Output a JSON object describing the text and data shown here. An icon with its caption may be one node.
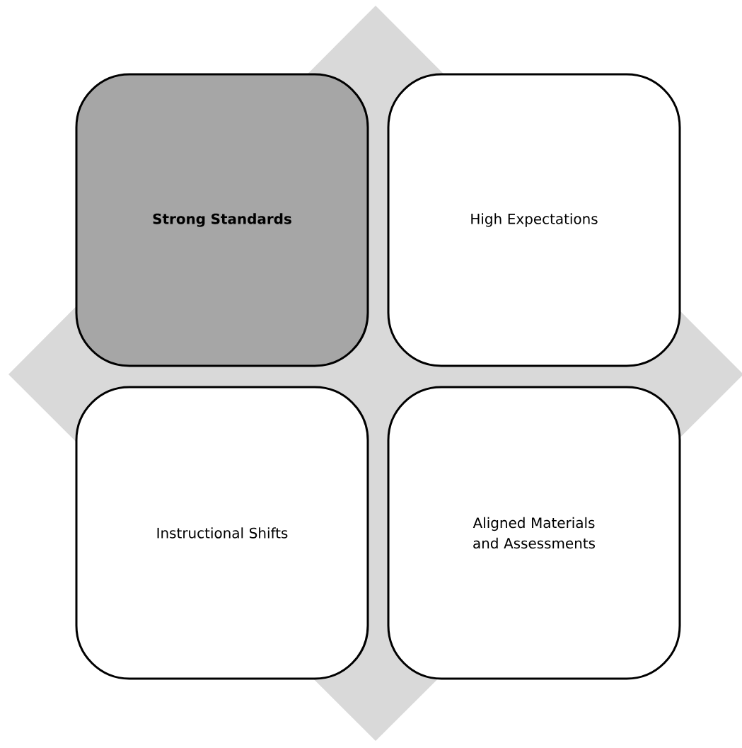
{
  "diagram": {
    "nodes": [
      {
        "text": [
          "Strong Standards"
        ]
      },
      {
        "text": [
          "High Expectations"
        ]
      },
      {
        "text": [
          "Instructional Shifts"
        ]
      },
      {
        "text": [
          "Aligned Materials and Assessments"
        ]
      }
    ]
  }
}
